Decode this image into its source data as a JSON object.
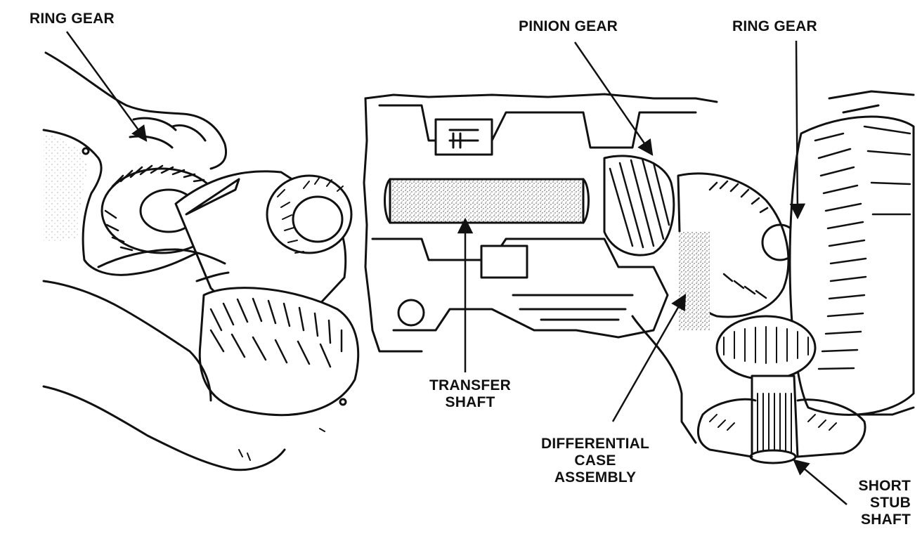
{
  "labels": {
    "ring_gear_left": "RING GEAR",
    "pinion_gear": "PINION GEAR",
    "ring_gear_right": "RING GEAR",
    "transfer_shaft": [
      "TRANSFER",
      "SHAFT"
    ],
    "differential_case_assembly": [
      "DIFFERENTIAL",
      "CASE",
      "ASSEMBLY"
    ],
    "short_stub_shaft": [
      "SHORT",
      "STUB",
      "SHAFT"
    ]
  },
  "colors": {
    "ink": "#111111",
    "paper": "#ffffff",
    "stipple": "#555555"
  }
}
